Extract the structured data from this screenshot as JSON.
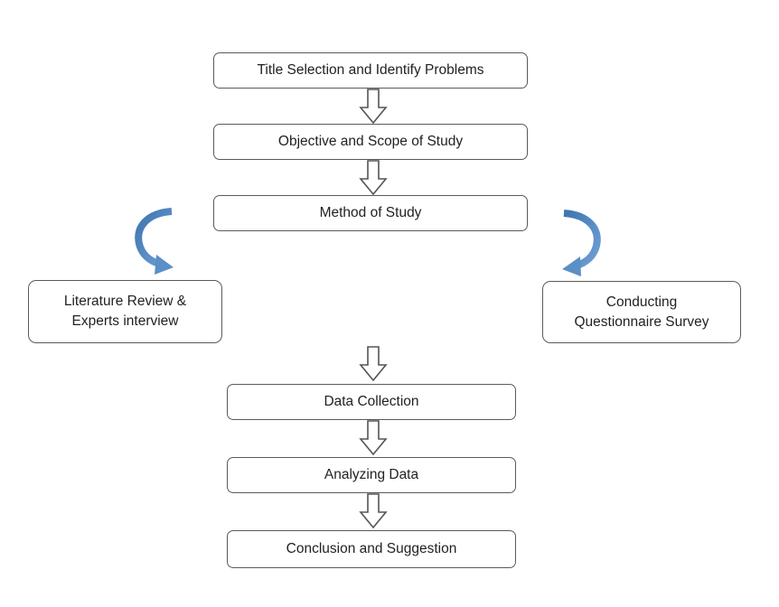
{
  "flowchart": {
    "title_selection": "Title Selection and Identify Problems",
    "objective_scope": "Objective and Scope of Study",
    "method_of_study": "Method of Study",
    "literature_review": [
      "Literature Review &",
      "Experts interview"
    ],
    "questionnaire_survey": [
      "Conducting",
      "Questionnaire Survey"
    ],
    "data_collection": "Data Collection",
    "analyzing_data": "Analyzing Data",
    "conclusion": "Conclusion and Suggestion"
  },
  "colors": {
    "box_border": "#5a5a5a",
    "hollow_arrow_stroke": "#555555",
    "curved_arrow_fill": "#5b8fc7",
    "curved_arrow_dark": "#3f74b0"
  },
  "icons": {
    "hollow_arrow": "down-arrow-icon",
    "curved_arrow": "curved-arrow-icon"
  }
}
